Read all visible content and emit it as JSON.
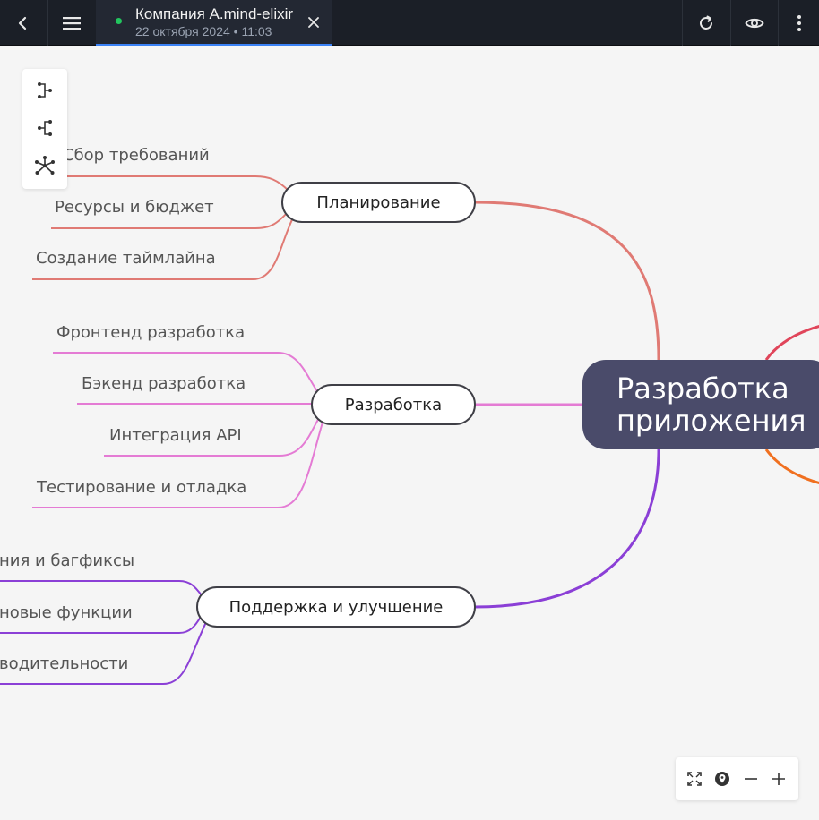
{
  "header": {
    "tab": {
      "title": "Компания A.mind-elixir",
      "subtitle": "22 октября 2024 • 11:03"
    }
  },
  "icons": {
    "back": "chevron-left-icon",
    "menu": "hamburger-menu-icon",
    "close": "close-icon",
    "refresh": "refresh-icon",
    "preview": "eye-icon",
    "more": "more-vertical-icon",
    "layout_right": "layout-right-icon",
    "layout_left": "layout-left-icon",
    "layout_side": "layout-side-icon",
    "fullscreen": "fullscreen-icon",
    "center": "locate-center-icon",
    "zoom_out": "zoom-out-icon",
    "zoom_in": "zoom-in-icon"
  },
  "colors": {
    "topbar": "#1b1f27",
    "tab_active": "#3b82f6",
    "status_dot": "#22c55e",
    "root": "#4a4b6a",
    "branch_planning": "#e07a74",
    "branch_dev": "#e47bd4",
    "branch_support": "#8b3fd6",
    "branch_right_top": "#e0455a",
    "branch_right_bottom": "#f07020"
  },
  "mindmap": {
    "root": {
      "line1": "Разработка",
      "line2": "приложения"
    },
    "branches": [
      {
        "label": "Планирование",
        "children": [
          "Сбор требований",
          "Ресурсы и бюджет",
          "Создание таймлайна"
        ]
      },
      {
        "label": "Разработка",
        "children": [
          "Фронтенд разработка",
          "Бэкенд разработка",
          "Интеграция API",
          "Тестирование и отладка"
        ]
      },
      {
        "label": "Поддержка и улучшение",
        "children": [
          "ния и багфиксы",
          "новые функции",
          "водительности"
        ]
      }
    ]
  }
}
